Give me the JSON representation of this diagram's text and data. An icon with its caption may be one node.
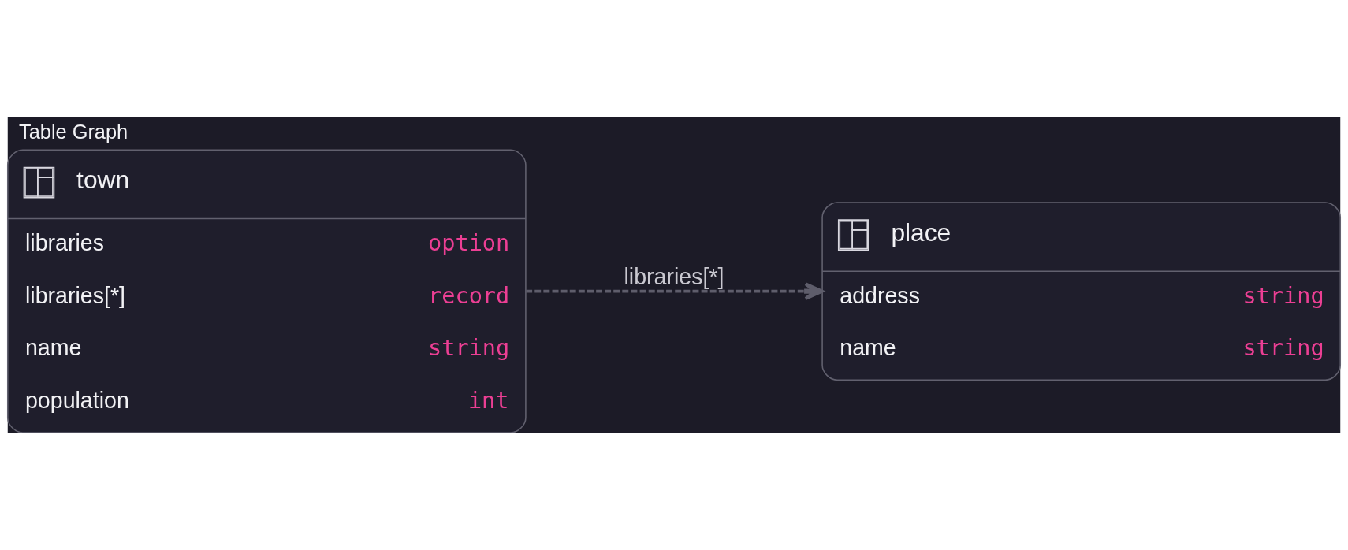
{
  "diagram": {
    "title": "Table Graph",
    "nodes": [
      {
        "text": [
          "town",
          "libraries",
          "option",
          "libraries[*]",
          "record",
          "name",
          "string",
          "population",
          "int"
        ]
      },
      {
        "text": [
          "place",
          "address",
          "string",
          "name",
          "string"
        ]
      }
    ],
    "edges": [
      {
        "from": 0,
        "to": 1,
        "arrow": "to",
        "label": "libraries[*]",
        "style": "dashed"
      }
    ]
  }
}
